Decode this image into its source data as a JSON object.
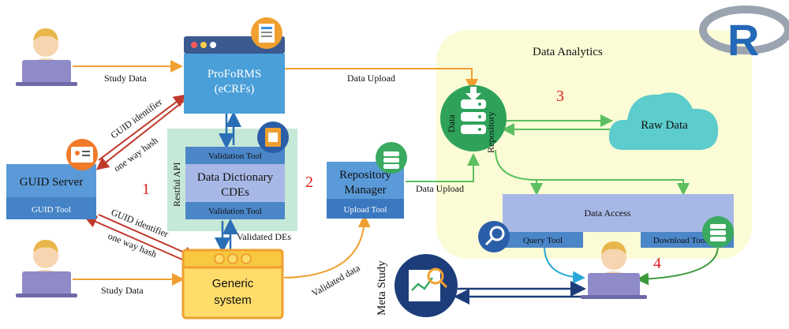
{
  "nodes": {
    "proforms": {
      "title_line1": "ProFoRMS",
      "title_line2": "(eCRFs)"
    },
    "guid_server": {
      "title": "GUID Server",
      "tool": "GUID Tool"
    },
    "data_dictionary": {
      "top_tool": "Validation Tool",
      "title_line1": "Data Dictionary",
      "title_line2": "CDEs",
      "bottom_tool": "Validation Tool",
      "side_label": "Restful API"
    },
    "repository_manager": {
      "title_line1": "Repository",
      "title_line2": "Manager",
      "tool": "Upload Tool"
    },
    "generic_system": {
      "title_line1": "Generic",
      "title_line2": "system"
    },
    "data_analytics": {
      "title": "Data Analytics"
    },
    "data_repository": {
      "label_left": "Data",
      "label_right": "Repository"
    },
    "raw_data": {
      "title": "Raw Data"
    },
    "data_access": {
      "title": "Data Access",
      "query_tool": "Query Tool",
      "download_tool": "Download Tool"
    },
    "meta_study": {
      "label": "Meta Study"
    },
    "r_logo": {
      "letter": "R"
    }
  },
  "edges": {
    "study_data_top": "Study Data",
    "study_data_bottom": "Study Data",
    "data_upload_top": "Data Upload",
    "data_upload_mid": "Data  Upload",
    "guid_identifier_top": "GUID identifier",
    "one_way_hash_top": "one way hash",
    "guid_identifier_bottom": "GUID identifier",
    "one_way_hash_bottom": "one way hash",
    "validated_des": "Validated DEs",
    "validated_data": "Validated data"
  },
  "steps": [
    "1",
    "2",
    "3",
    "4"
  ]
}
